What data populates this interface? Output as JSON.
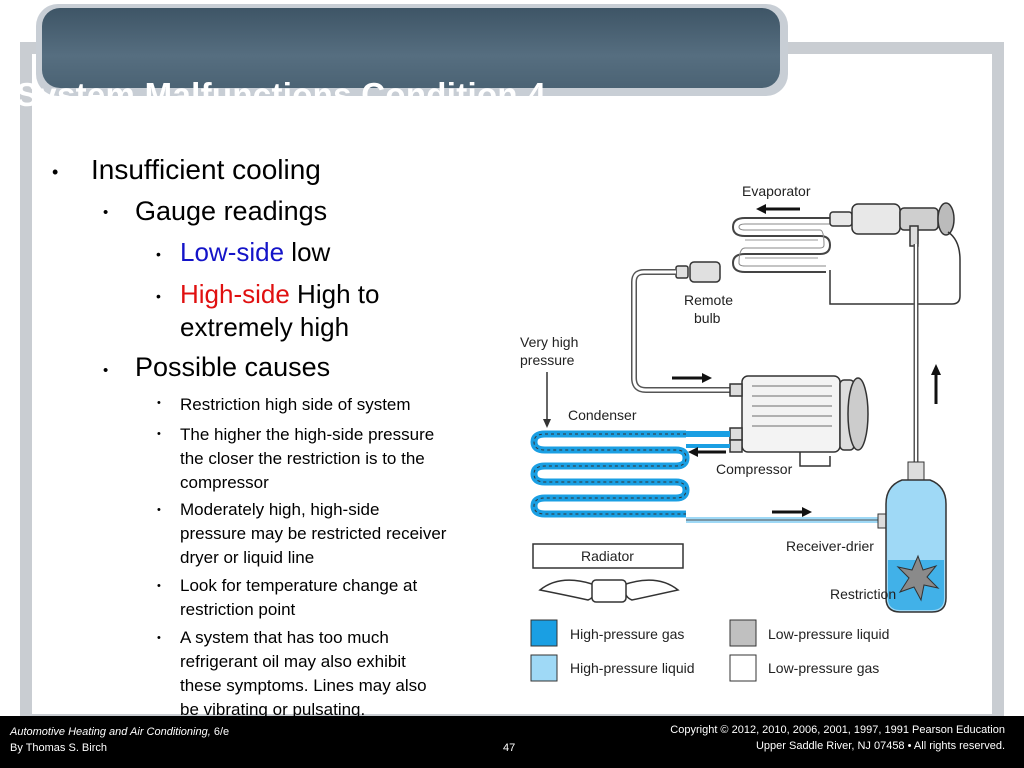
{
  "slide": {
    "title": "System Malfunctions Condition 4",
    "bullets": {
      "b1": "Insufficient cooling",
      "b1_1": "Gauge readings",
      "b1_1_1_colored": "Low-side",
      "b1_1_1_rest": " low",
      "b1_1_2_colored": "High-side",
      "b1_1_2_rest": " High to",
      "b1_1_2_cont": "extremely high",
      "b1_2": "Possible causes",
      "c1": "Restriction high side of system",
      "c2": [
        "The higher the high-side pressure",
        "the closer the restriction is to the",
        "compressor"
      ],
      "c3": [
        "Moderately high, high-side",
        "pressure may be restricted receiver",
        "dryer or liquid line"
      ],
      "c4": [
        "Look for temperature change at",
        "restriction point"
      ],
      "c5": [
        "A system that has too much",
        "refrigerant oil may also exhibit",
        "these symptoms. Lines may also",
        "be vibrating or pulsating."
      ]
    },
    "bullet_symbol": "•"
  },
  "diagram": {
    "labels": {
      "evaporator": "Evaporator",
      "remote_bulb_1": "Remote",
      "remote_bulb_2": "bulb",
      "very_high_1": "Very high",
      "very_high_2": "pressure",
      "condenser": "Condenser",
      "compressor": "Compressor",
      "radiator": "Radiator",
      "receiver_drier": "Receiver-drier",
      "restriction": "Restriction"
    },
    "legend": [
      {
        "label": "High-pressure gas",
        "color": "#1a9fe3"
      },
      {
        "label": "Low-pressure liquid",
        "color": "#c0c0c0"
      },
      {
        "label": "High-pressure liquid",
        "color": "#9fd9f6"
      },
      {
        "label": "Low-pressure gas",
        "color": "#ffffff"
      }
    ]
  },
  "footer": {
    "book_title": "Automotive Heating and Air Conditioning,",
    "edition": " 6/e",
    "author": "By Thomas S. Birch",
    "page_number": "47",
    "copyright": "Copyright © 2012, 2010, 2006, 2001, 1997, 1991 Pearson Education",
    "address": "Upper Saddle River, NJ 07458 • All rights reserved."
  }
}
